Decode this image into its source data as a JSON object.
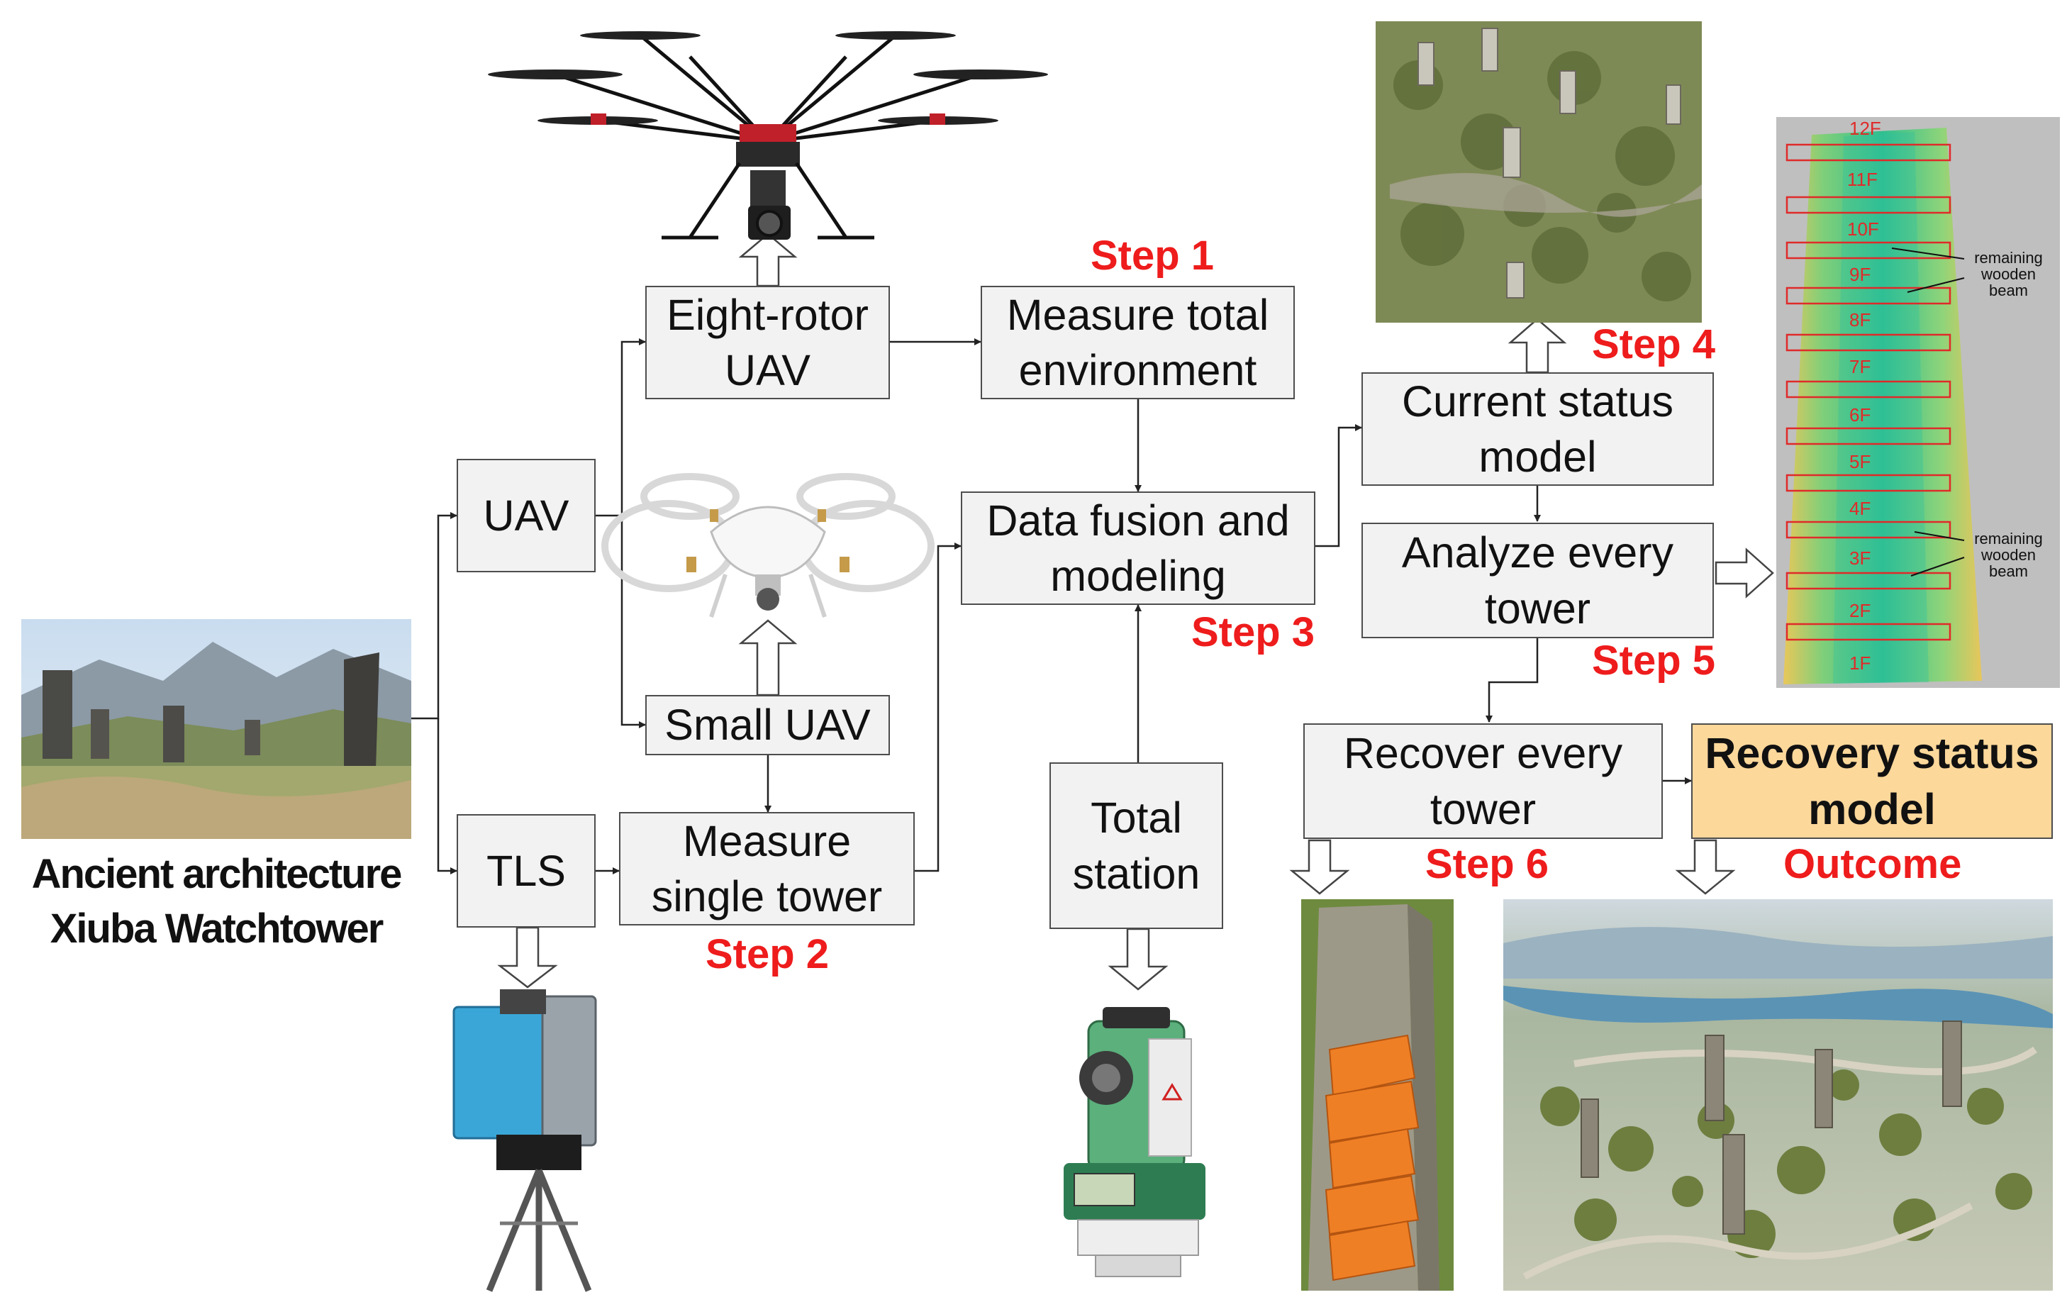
{
  "diagram": {
    "nodes": {
      "eight_rotor_uav": "Eight-rotor\nUAV",
      "measure_total": "Measure total\nenvironment",
      "uav": "UAV",
      "small_uav": "Small UAV",
      "tls": "TLS",
      "measure_single": "Measure\nsingle tower",
      "data_fusion": "Data fusion and\nmodeling",
      "total_station": "Total\nstation",
      "current_status": "Current status\nmodel",
      "analyze_every": "Analyze every\ntower",
      "recover_every": "Recover every\ntower",
      "recovery_status": "Recovery status\nmodel"
    },
    "steps": {
      "step1": "Step 1",
      "step2": "Step 2",
      "step3": "Step 3",
      "step4": "Step 4",
      "step5": "Step 5",
      "step6": "Step 6",
      "outcome": "Outcome"
    },
    "caption": "Ancient architecture\nXiuba Watchtower",
    "tower_annotations": {
      "floors": [
        "12F",
        "11F",
        "10F",
        "9F",
        "8F",
        "7F",
        "6F",
        "5F",
        "4F",
        "3F",
        "2F",
        "1F"
      ],
      "beam_label_1": "remaining\nwooden\nbeam",
      "beam_label_2": "remaining\nwooden\nbeam"
    },
    "colors": {
      "box_fill": "#f2f2f2",
      "box_border": "#4d4d4d",
      "step_text": "#ee1c1c",
      "outcome_fill": "#fdd89b"
    }
  }
}
